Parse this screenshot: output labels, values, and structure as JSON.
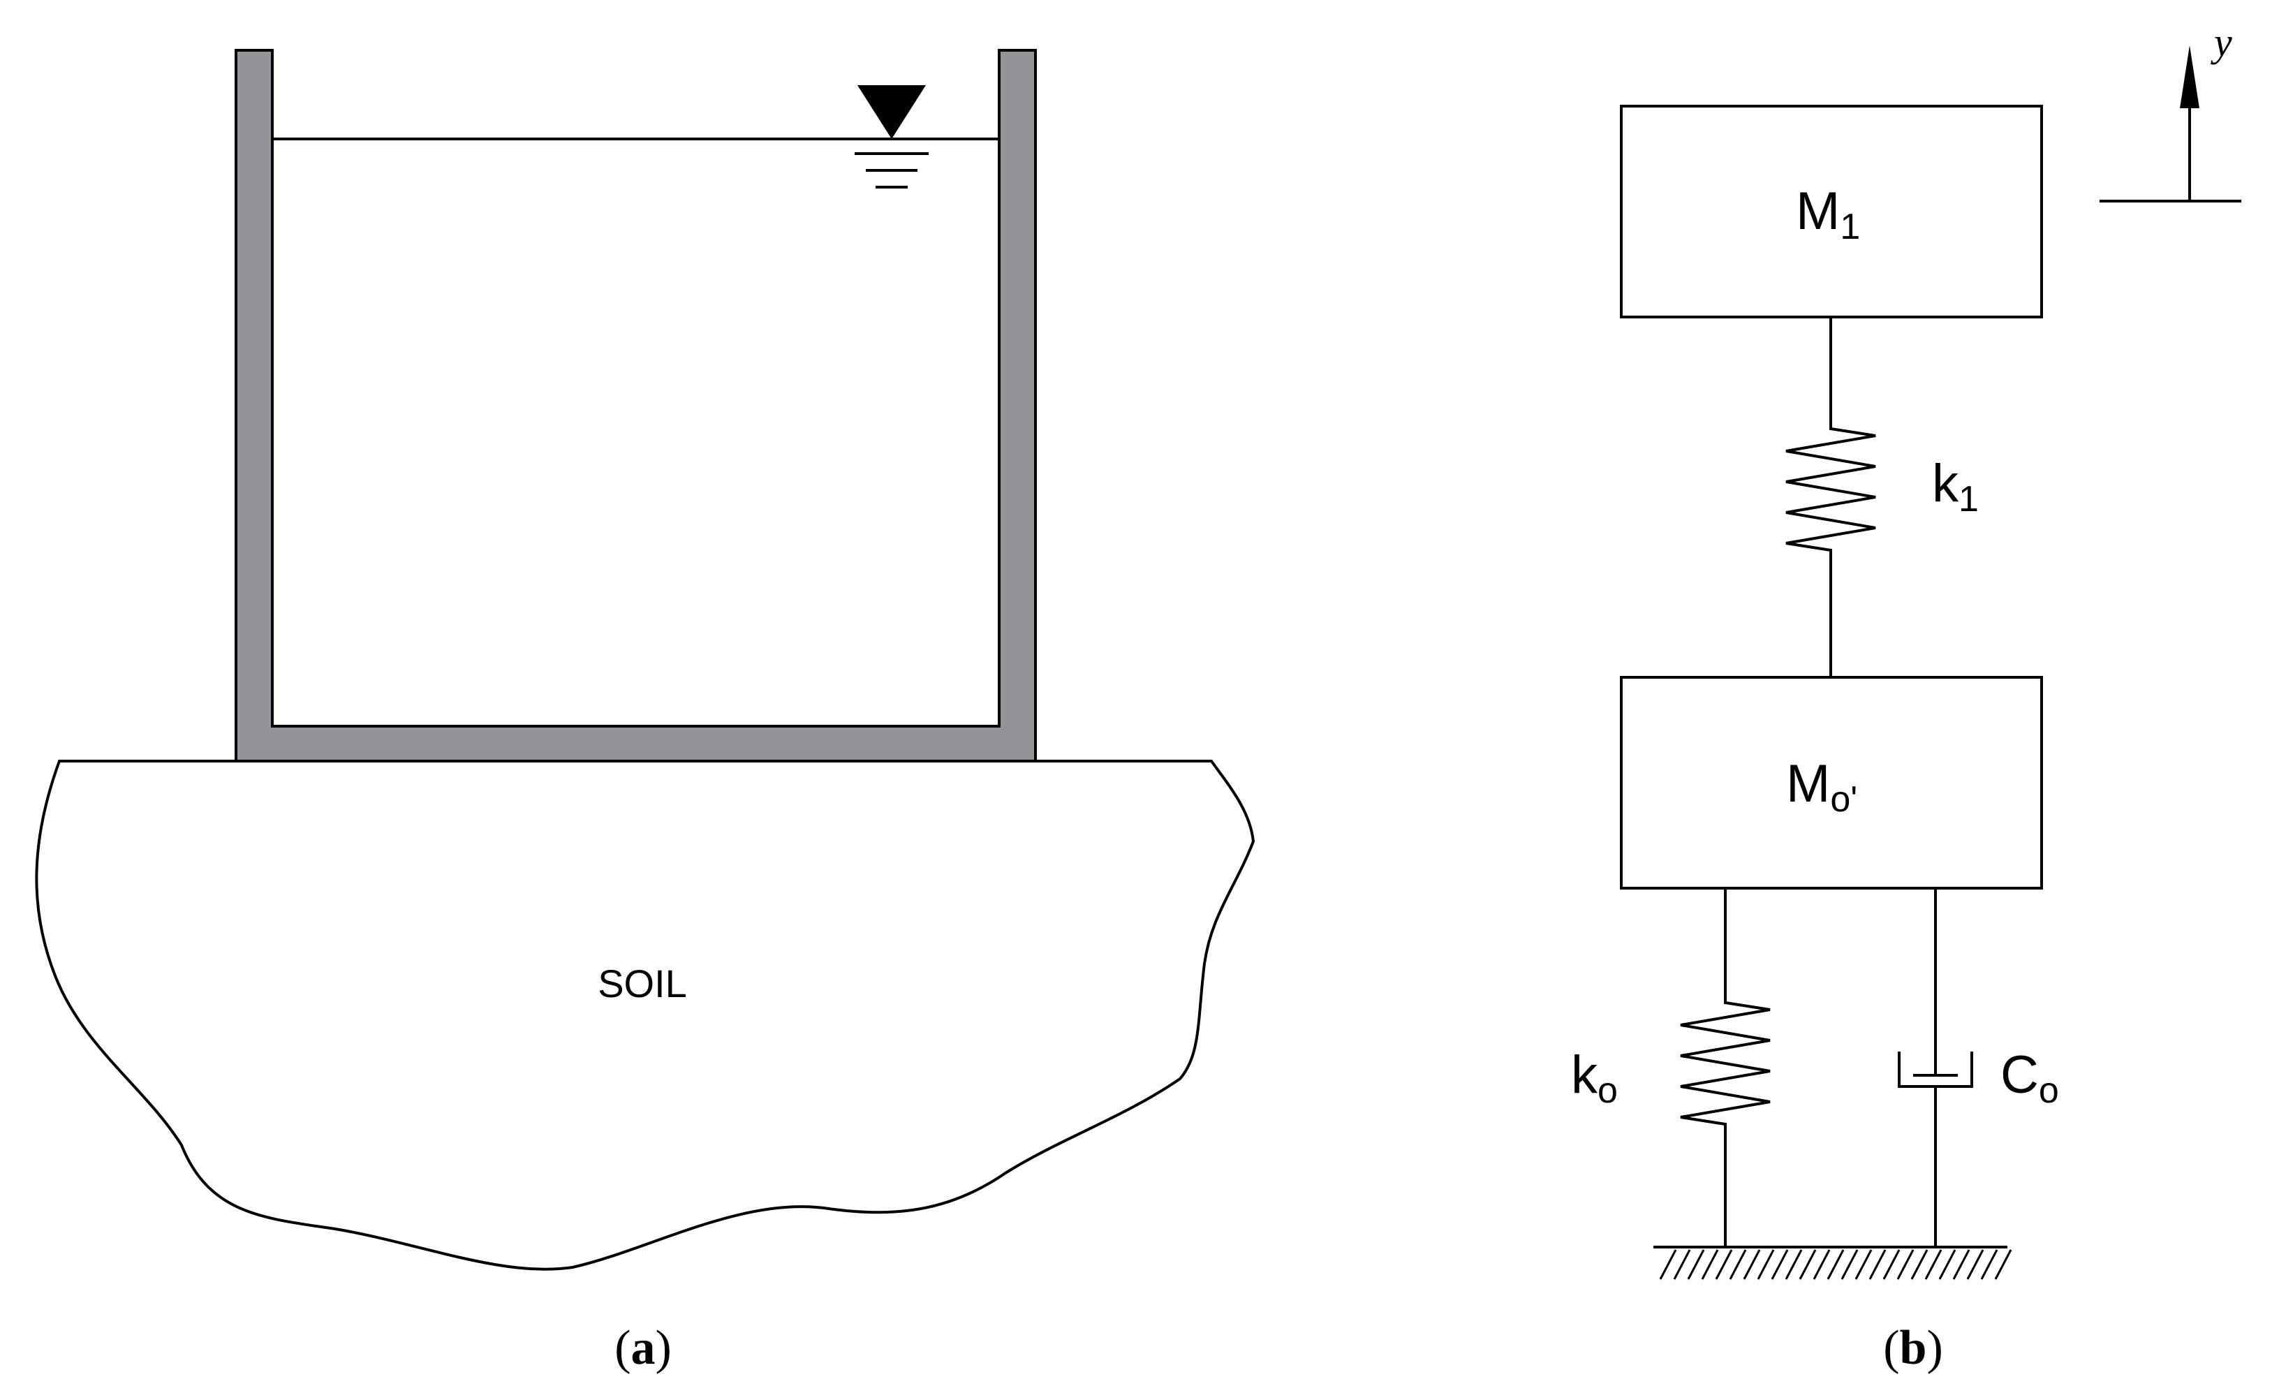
{
  "panel_a": {
    "soil_label": "SOIL",
    "caption_open": "(",
    "caption_letter": "a",
    "caption_close": ")"
  },
  "panel_b": {
    "mass_top": {
      "main": "M",
      "sub": "1"
    },
    "spring_top": {
      "main": "k",
      "sub": "1"
    },
    "mass_bottom": {
      "main": "M",
      "sub": "o'"
    },
    "spring_bottom": {
      "main": "k",
      "sub": "o"
    },
    "damper": {
      "main": "C",
      "sub": "o"
    },
    "axis_label": "y",
    "caption_open": "(",
    "caption_letter": "b",
    "caption_close": ")"
  },
  "colors": {
    "tank_wall": "#939498",
    "line": "#000000"
  }
}
